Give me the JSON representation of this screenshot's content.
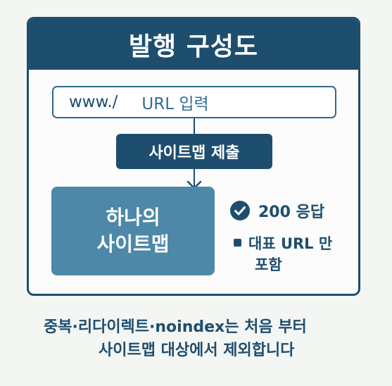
{
  "title": "발행 구성도",
  "url_input": {
    "prefix": "www./",
    "placeholder": "URL 입력"
  },
  "submit_step": "사이트맵 제출",
  "sitemap": {
    "line1": "하나의",
    "line2": "사이트맵"
  },
  "conditions": {
    "status": "200 응답",
    "canonical_line1": "대표 URL 만",
    "canonical_line2": "포함"
  },
  "footer": {
    "line1": "중복·리다이렉트·noindex는 처음 부터",
    "line2": "사이트맵 대상에서 제외합니다"
  },
  "colors": {
    "primary": "#1e4e6e",
    "secondary": "#4d88a8",
    "background": "#f4f6f4"
  },
  "icons": {
    "status": "check-circle-icon",
    "bullet": "square-bullet-icon",
    "flow": "arrow-down-icon"
  }
}
